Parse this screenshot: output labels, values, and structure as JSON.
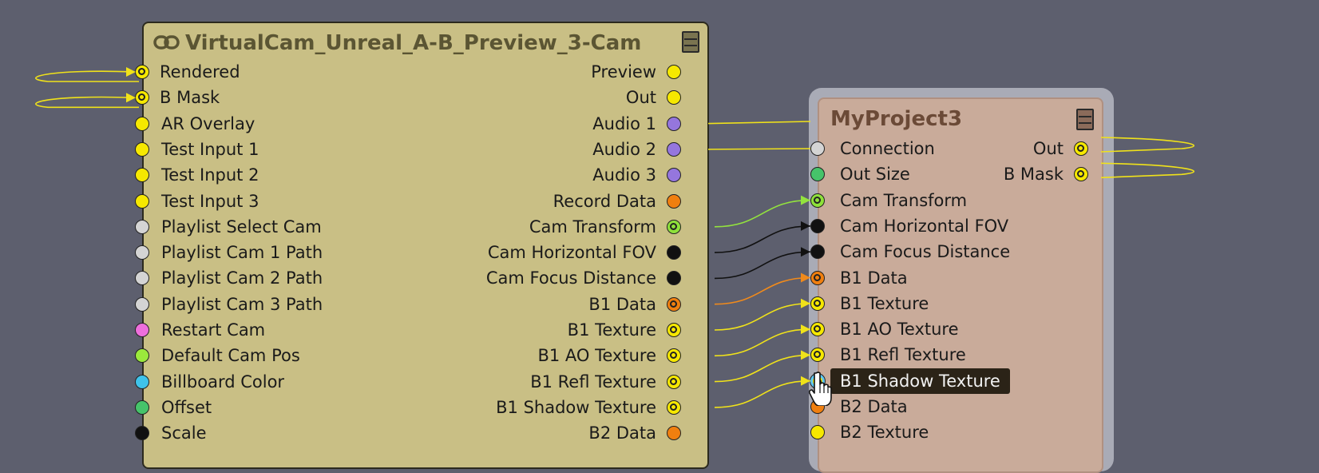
{
  "node_a": {
    "title": "VirtualCam_Unreal_A-B_Preview_3-Cam",
    "link_icon": "link-icon",
    "collapse_icon": "collapse-icon",
    "inputs": [
      {
        "label": "Rendered",
        "color": "#f6e800",
        "linked": true
      },
      {
        "label": "B Mask",
        "color": "#f6e800",
        "linked": true
      },
      {
        "label": "AR Overlay",
        "color": "#f6e800",
        "linked": false
      },
      {
        "label": "Test Input 1",
        "color": "#f6e800",
        "linked": false
      },
      {
        "label": "Test Input 2",
        "color": "#f6e800",
        "linked": false
      },
      {
        "label": "Test Input 3",
        "color": "#f6e800",
        "linked": false
      },
      {
        "label": "Playlist Select Cam",
        "color": "#d4d4d4",
        "linked": false
      },
      {
        "label": "Playlist Cam 1 Path",
        "color": "#d4d4d4",
        "linked": false
      },
      {
        "label": "Playlist Cam 2 Path",
        "color": "#d4d4d4",
        "linked": false
      },
      {
        "label": "Playlist Cam 3 Path",
        "color": "#d4d4d4",
        "linked": false
      },
      {
        "label": "Restart Cam",
        "color": "#ee6fdc",
        "linked": false
      },
      {
        "label": "Default Cam Pos",
        "color": "#9be93c",
        "linked": false
      },
      {
        "label": "Billboard Color",
        "color": "#3fc3ea",
        "linked": false
      },
      {
        "label": "Offset",
        "color": "#46c36a",
        "linked": false
      },
      {
        "label": "Scale",
        "color": "#111111",
        "linked": false
      }
    ],
    "outputs": [
      {
        "label": "Preview",
        "color": "#f6e800",
        "linked": false
      },
      {
        "label": "Out",
        "color": "#f6e800",
        "linked": false
      },
      {
        "label": "Audio 1",
        "color": "#9576dd",
        "linked": false
      },
      {
        "label": "Audio 2",
        "color": "#9576dd",
        "linked": false
      },
      {
        "label": "Audio 3",
        "color": "#9576dd",
        "linked": false
      },
      {
        "label": "Record Data",
        "color": "#f07f0f",
        "linked": false
      },
      {
        "label": "Cam Transform",
        "color": "#8ee13a",
        "linked": true
      },
      {
        "label": "Cam Horizontal FOV",
        "color": "#111111",
        "linked": false
      },
      {
        "label": "Cam Focus Distance",
        "color": "#111111",
        "linked": false
      },
      {
        "label": "B1 Data",
        "color": "#f07f0f",
        "linked": true
      },
      {
        "label": "B1 Texture",
        "color": "#f6e800",
        "linked": true
      },
      {
        "label": "B1 AO Texture",
        "color": "#f6e800",
        "linked": true
      },
      {
        "label": "B1 Refl Texture",
        "color": "#f6e800",
        "linked": true
      },
      {
        "label": "B1 Shadow Texture",
        "color": "#f6e800",
        "linked": true
      },
      {
        "label": "B2 Data",
        "color": "#f07f0f",
        "linked": false
      }
    ]
  },
  "node_b": {
    "title": "MyProject3",
    "collapse_icon": "collapse-icon",
    "inputs": [
      {
        "label": "Connection",
        "color": "#d4d4d4",
        "linked": false
      },
      {
        "label": "Out Size",
        "color": "#46c36a",
        "linked": false
      },
      {
        "label": "Cam Transform",
        "color": "#8ee13a",
        "linked": true
      },
      {
        "label": "Cam Horizontal FOV",
        "color": "#111111",
        "linked": false
      },
      {
        "label": "Cam Focus Distance",
        "color": "#111111",
        "linked": false
      },
      {
        "label": "B1 Data",
        "color": "#f07f0f",
        "linked": true
      },
      {
        "label": "B1 Texture",
        "color": "#f6e800",
        "linked": true
      },
      {
        "label": "B1 AO Texture",
        "color": "#f6e800",
        "linked": true
      },
      {
        "label": "B1 Refl Texture",
        "color": "#f6e800",
        "linked": true
      },
      {
        "label": "",
        "color": "#f6e800",
        "linked": true,
        "active": true
      },
      {
        "label": "B2 Data",
        "color": "#f07f0f",
        "linked": false
      },
      {
        "label": "B2 Texture",
        "color": "#f6e800",
        "linked": false
      }
    ],
    "outputs": [
      {
        "label": "Out",
        "color": "#f6e800",
        "linked": true
      },
      {
        "label": "B Mask",
        "color": "#f6e800",
        "linked": true
      }
    ]
  },
  "tooltip": {
    "text": "B1 Shadow Texture"
  },
  "cursor": {
    "icon": "hand-pointer-icon"
  },
  "wire_colors": {
    "yellow": "#f0e21a",
    "green": "#93e33e",
    "black": "#111111",
    "orange": "#f08a1c"
  }
}
